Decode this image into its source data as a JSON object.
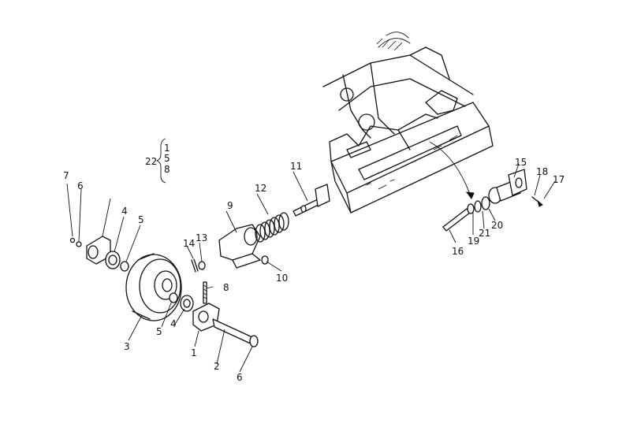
{
  "callouts": {
    "c1": "1",
    "c2": "2",
    "c3": "3",
    "c4a": "4",
    "c4b": "4",
    "c5a": "5",
    "c5b": "5",
    "c6a": "6",
    "c6b": "6",
    "c7": "7",
    "c8": "8",
    "c9": "9",
    "c10": "10",
    "c11": "11",
    "c12": "12",
    "c13": "13",
    "c14": "14",
    "c15": "15",
    "c16": "16",
    "c17": "17",
    "c18": "18",
    "c19": "19",
    "c20": "20",
    "c21": "21"
  },
  "group_note": {
    "prefix": "22",
    "items": [
      "1",
      "5",
      "8"
    ]
  }
}
